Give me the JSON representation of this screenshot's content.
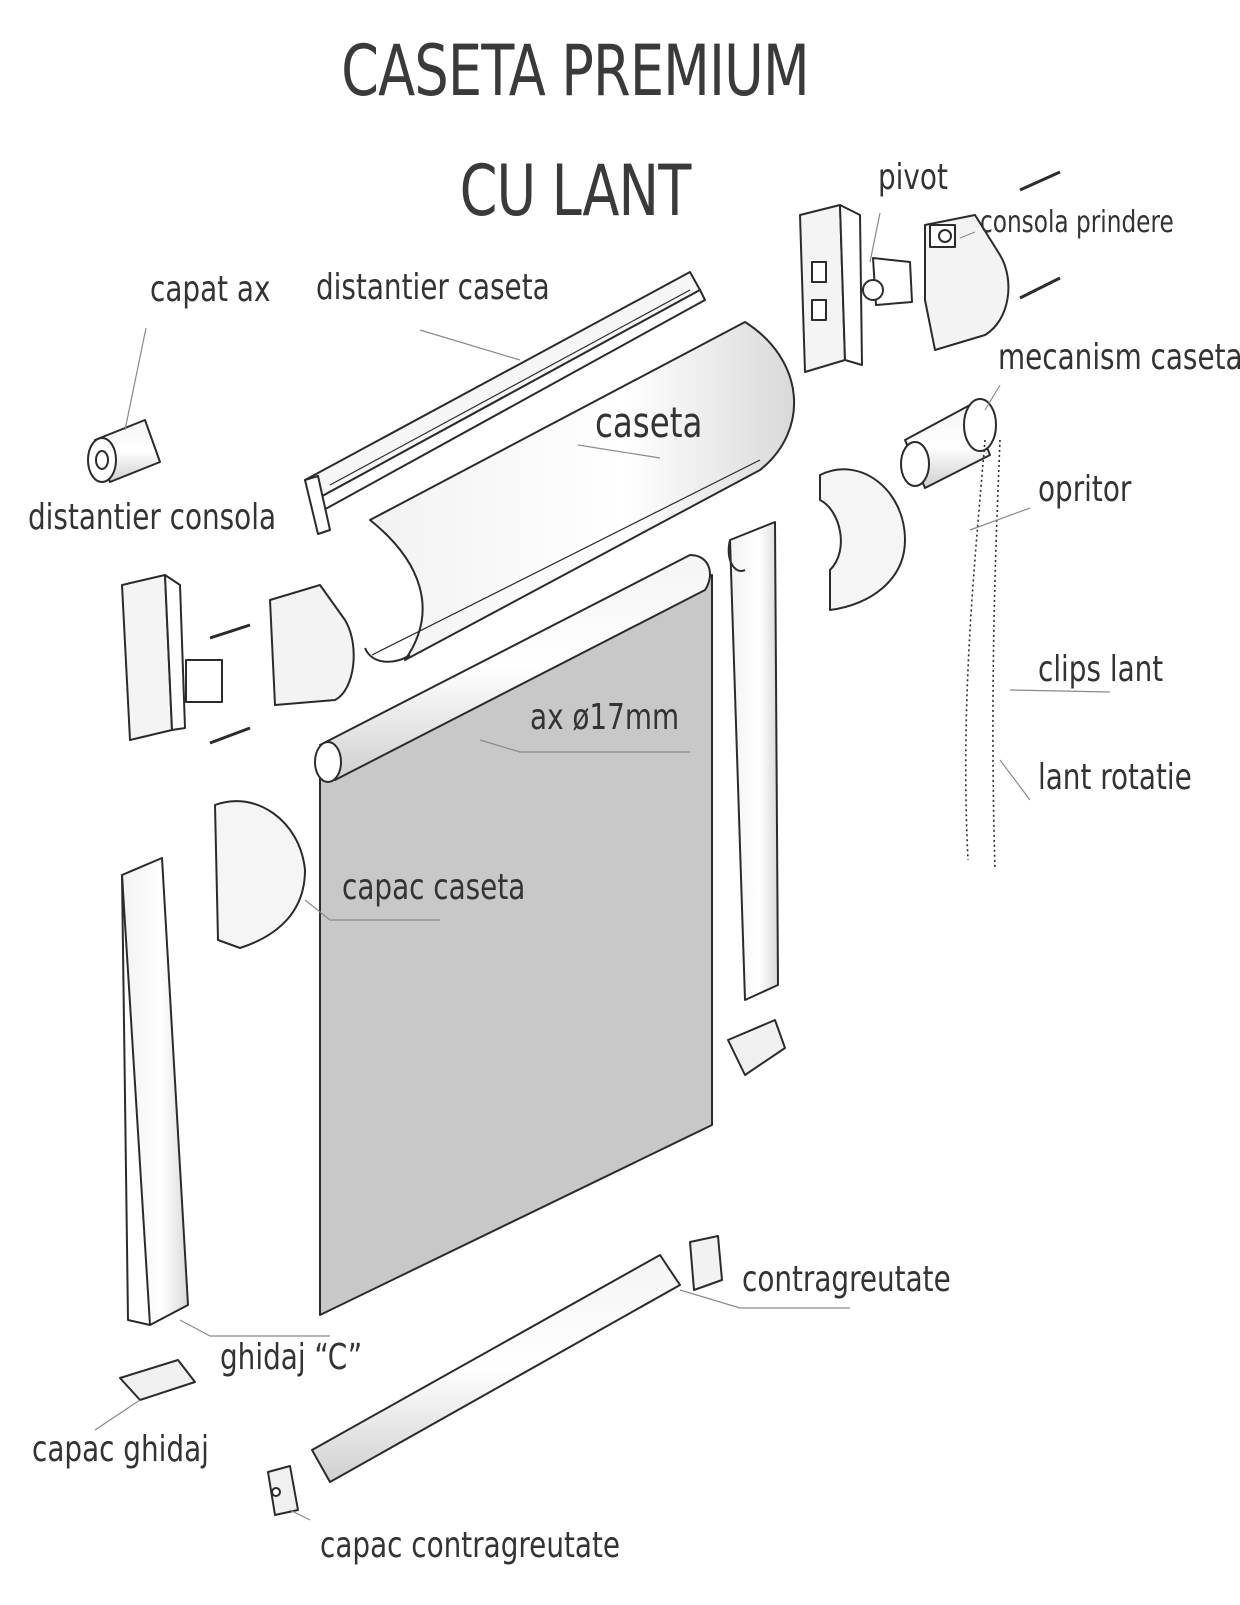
{
  "title": {
    "line1": "CASETA PREMIUM",
    "line2": "CU LANT"
  },
  "labels": {
    "pivot": "pivot",
    "consola_prindere": "consola prindere",
    "capat_ax": "capat ax",
    "distantier_caseta": "distantier caseta",
    "mecanism_caseta": "mecanism caseta",
    "caseta": "caseta",
    "opritor": "opritor",
    "distantier_consola": "distantier consola",
    "ax": "ax ø17mm",
    "clips_lant": "clips lant",
    "lant_rotatie": "lant rotatie",
    "capac_caseta": "capac caseta",
    "contragreutate": "contragreutate",
    "ghidaj_c": "ghidaj “C”",
    "capac_ghidaj": "capac ghidaj",
    "capac_contragreutate": "capac contragreutate"
  },
  "colors": {
    "fabric": "#c8c8c8",
    "outline": "#2b2b2b",
    "leader": "#8a8a8a",
    "part_fill": "#ffffff",
    "shade": "#e6e6e6"
  }
}
